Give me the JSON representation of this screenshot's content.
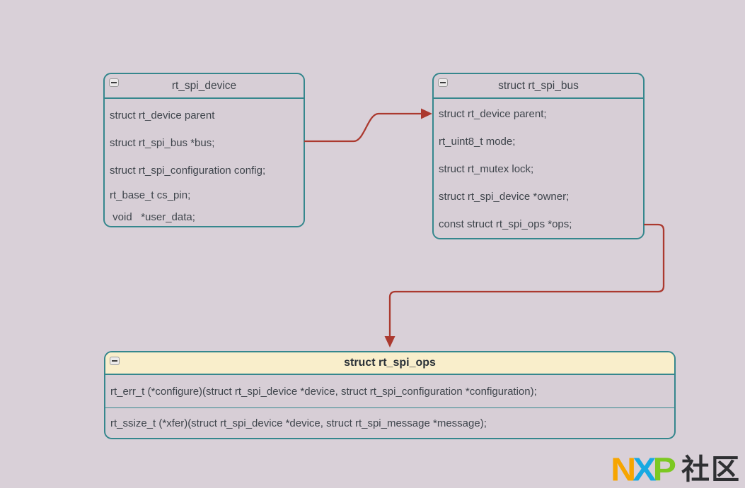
{
  "nodes": [
    {
      "title": "rt_spi_device",
      "fields": [
        "struct rt_device parent",
        "struct rt_spi_bus *bus;",
        "struct rt_spi_configuration config;",
        "rt_base_t cs_pin;",
        " void   *user_data;"
      ]
    },
    {
      "title": "struct rt_spi_bus",
      "fields": [
        "struct rt_device parent;",
        "rt_uint8_t mode;",
        "struct rt_mutex lock;",
        "struct rt_spi_device *owner;",
        "const struct rt_spi_ops *ops;"
      ]
    },
    {
      "title": "struct rt_spi_ops",
      "fields": [
        "rt_err_t (*configure)(struct rt_spi_device *device, struct rt_spi_configuration *configuration);",
        "rt_ssize_t (*xfer)(struct rt_spi_device *device, struct rt_spi_message *message);"
      ]
    }
  ],
  "logo": {
    "letters": [
      {
        "char": "N"
      },
      {
        "char": "X"
      },
      {
        "char": "P"
      }
    ],
    "suffix": "社区"
  },
  "colors": {
    "background": "#d9d0d8",
    "node_fill": "#d7ced6",
    "node_border": "#35878d",
    "arrow": "#ab392f",
    "ops_header_fill": "#f9eecb",
    "text": "#3f454c",
    "logo_n": "#f6a500",
    "logo_x": "#17a9e2",
    "logo_p": "#7cc822",
    "logo_suffix_color": "#2f3033"
  }
}
